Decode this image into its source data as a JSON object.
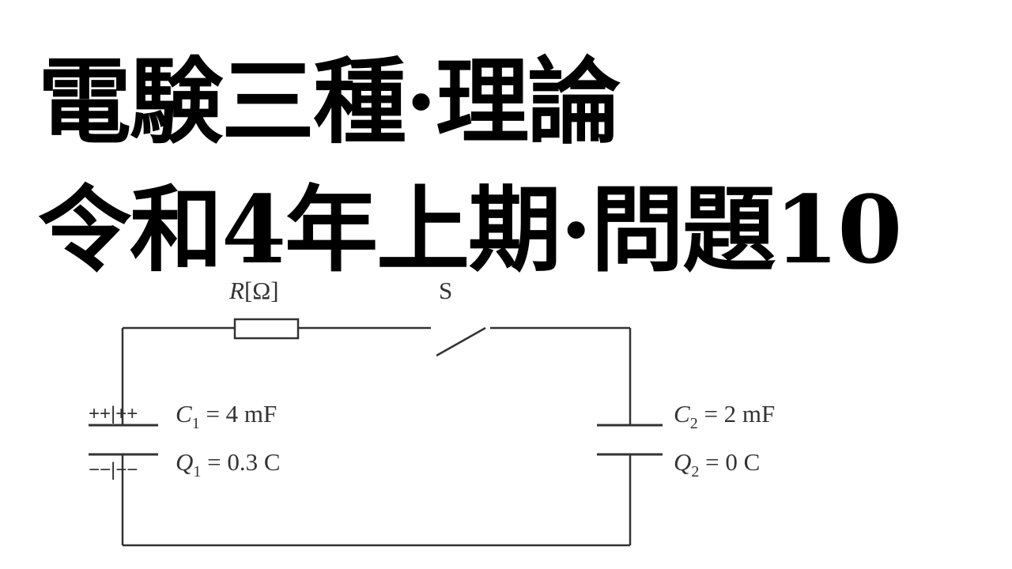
{
  "title": {
    "line1": "電験三種·理論",
    "line2": "令和4年上期·問題10"
  },
  "circuit": {
    "resistor": {
      "symbol": "R",
      "unit": "[Ω]"
    },
    "switch": {
      "label": "S"
    },
    "c1": {
      "sym": "C",
      "sub": "1",
      "eq": " = 4 mF",
      "charge_sym": "Q",
      "charge_sub": "1",
      "charge_eq": " = 0.3 C",
      "plus_marks": "++|++",
      "minus_marks": "−−|−−"
    },
    "c2": {
      "sym": "C",
      "sub": "2",
      "eq": " = 2 mF",
      "charge_sym": "Q",
      "charge_sub": "2",
      "charge_eq": " = 0 C"
    }
  },
  "colors": {
    "wire": "#333333",
    "text": "#000000"
  }
}
